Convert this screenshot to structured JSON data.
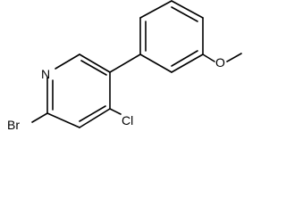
{
  "molecule": {
    "atoms": {
      "nitrogen": "N",
      "bromine": "Br",
      "chlorine": "Cl",
      "oxygen": "O"
    }
  },
  "colors": {
    "bond": "#000000",
    "text": "#000000",
    "background": "#ffffff"
  }
}
